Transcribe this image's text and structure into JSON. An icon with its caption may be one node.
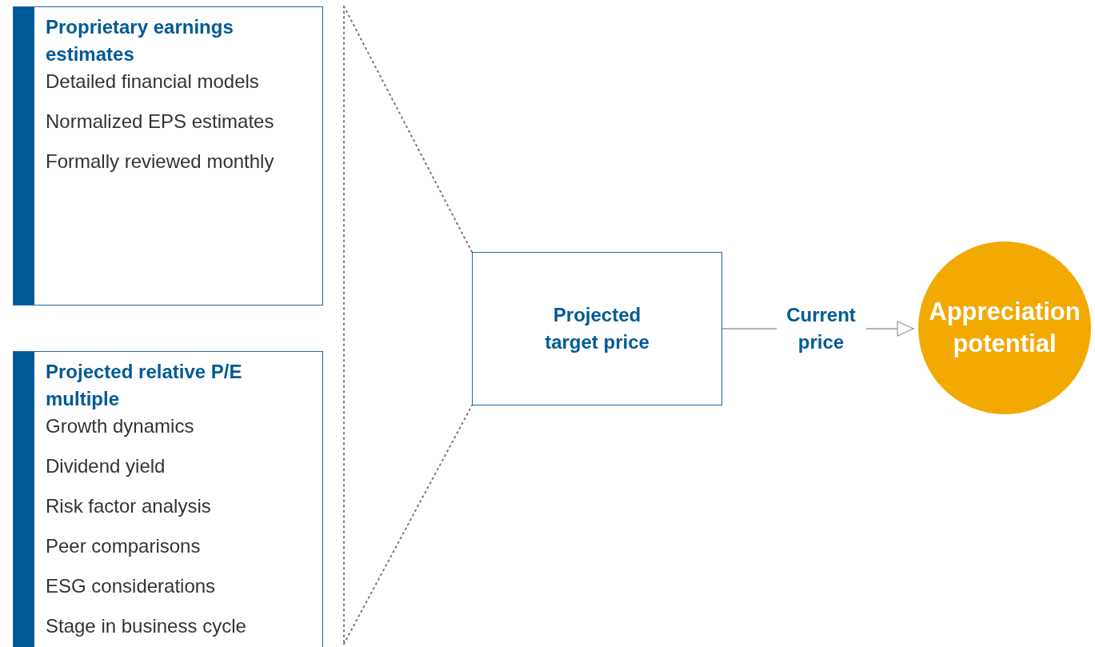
{
  "diagram": {
    "nodes": [
      {
        "text": [
          "Proprietary earnings estimates",
          "Detailed financial models",
          "Normalized EPS estimates",
          "Formally reviewed monthly"
        ]
      },
      {
        "text": [
          "Projected relative P/E multiple",
          "Growth dynamics",
          "Dividend yield",
          "Risk factor analysis",
          "Peer comparisons",
          "ESG considerations",
          "Stage in business cycle"
        ]
      },
      {
        "text": [
          "Projected target price"
        ]
      },
      {
        "text": [
          "Appreciation potential"
        ]
      }
    ],
    "edges": [
      {
        "from": 2,
        "to": 3,
        "arrow": "to",
        "label": "Current price"
      }
    ]
  }
}
